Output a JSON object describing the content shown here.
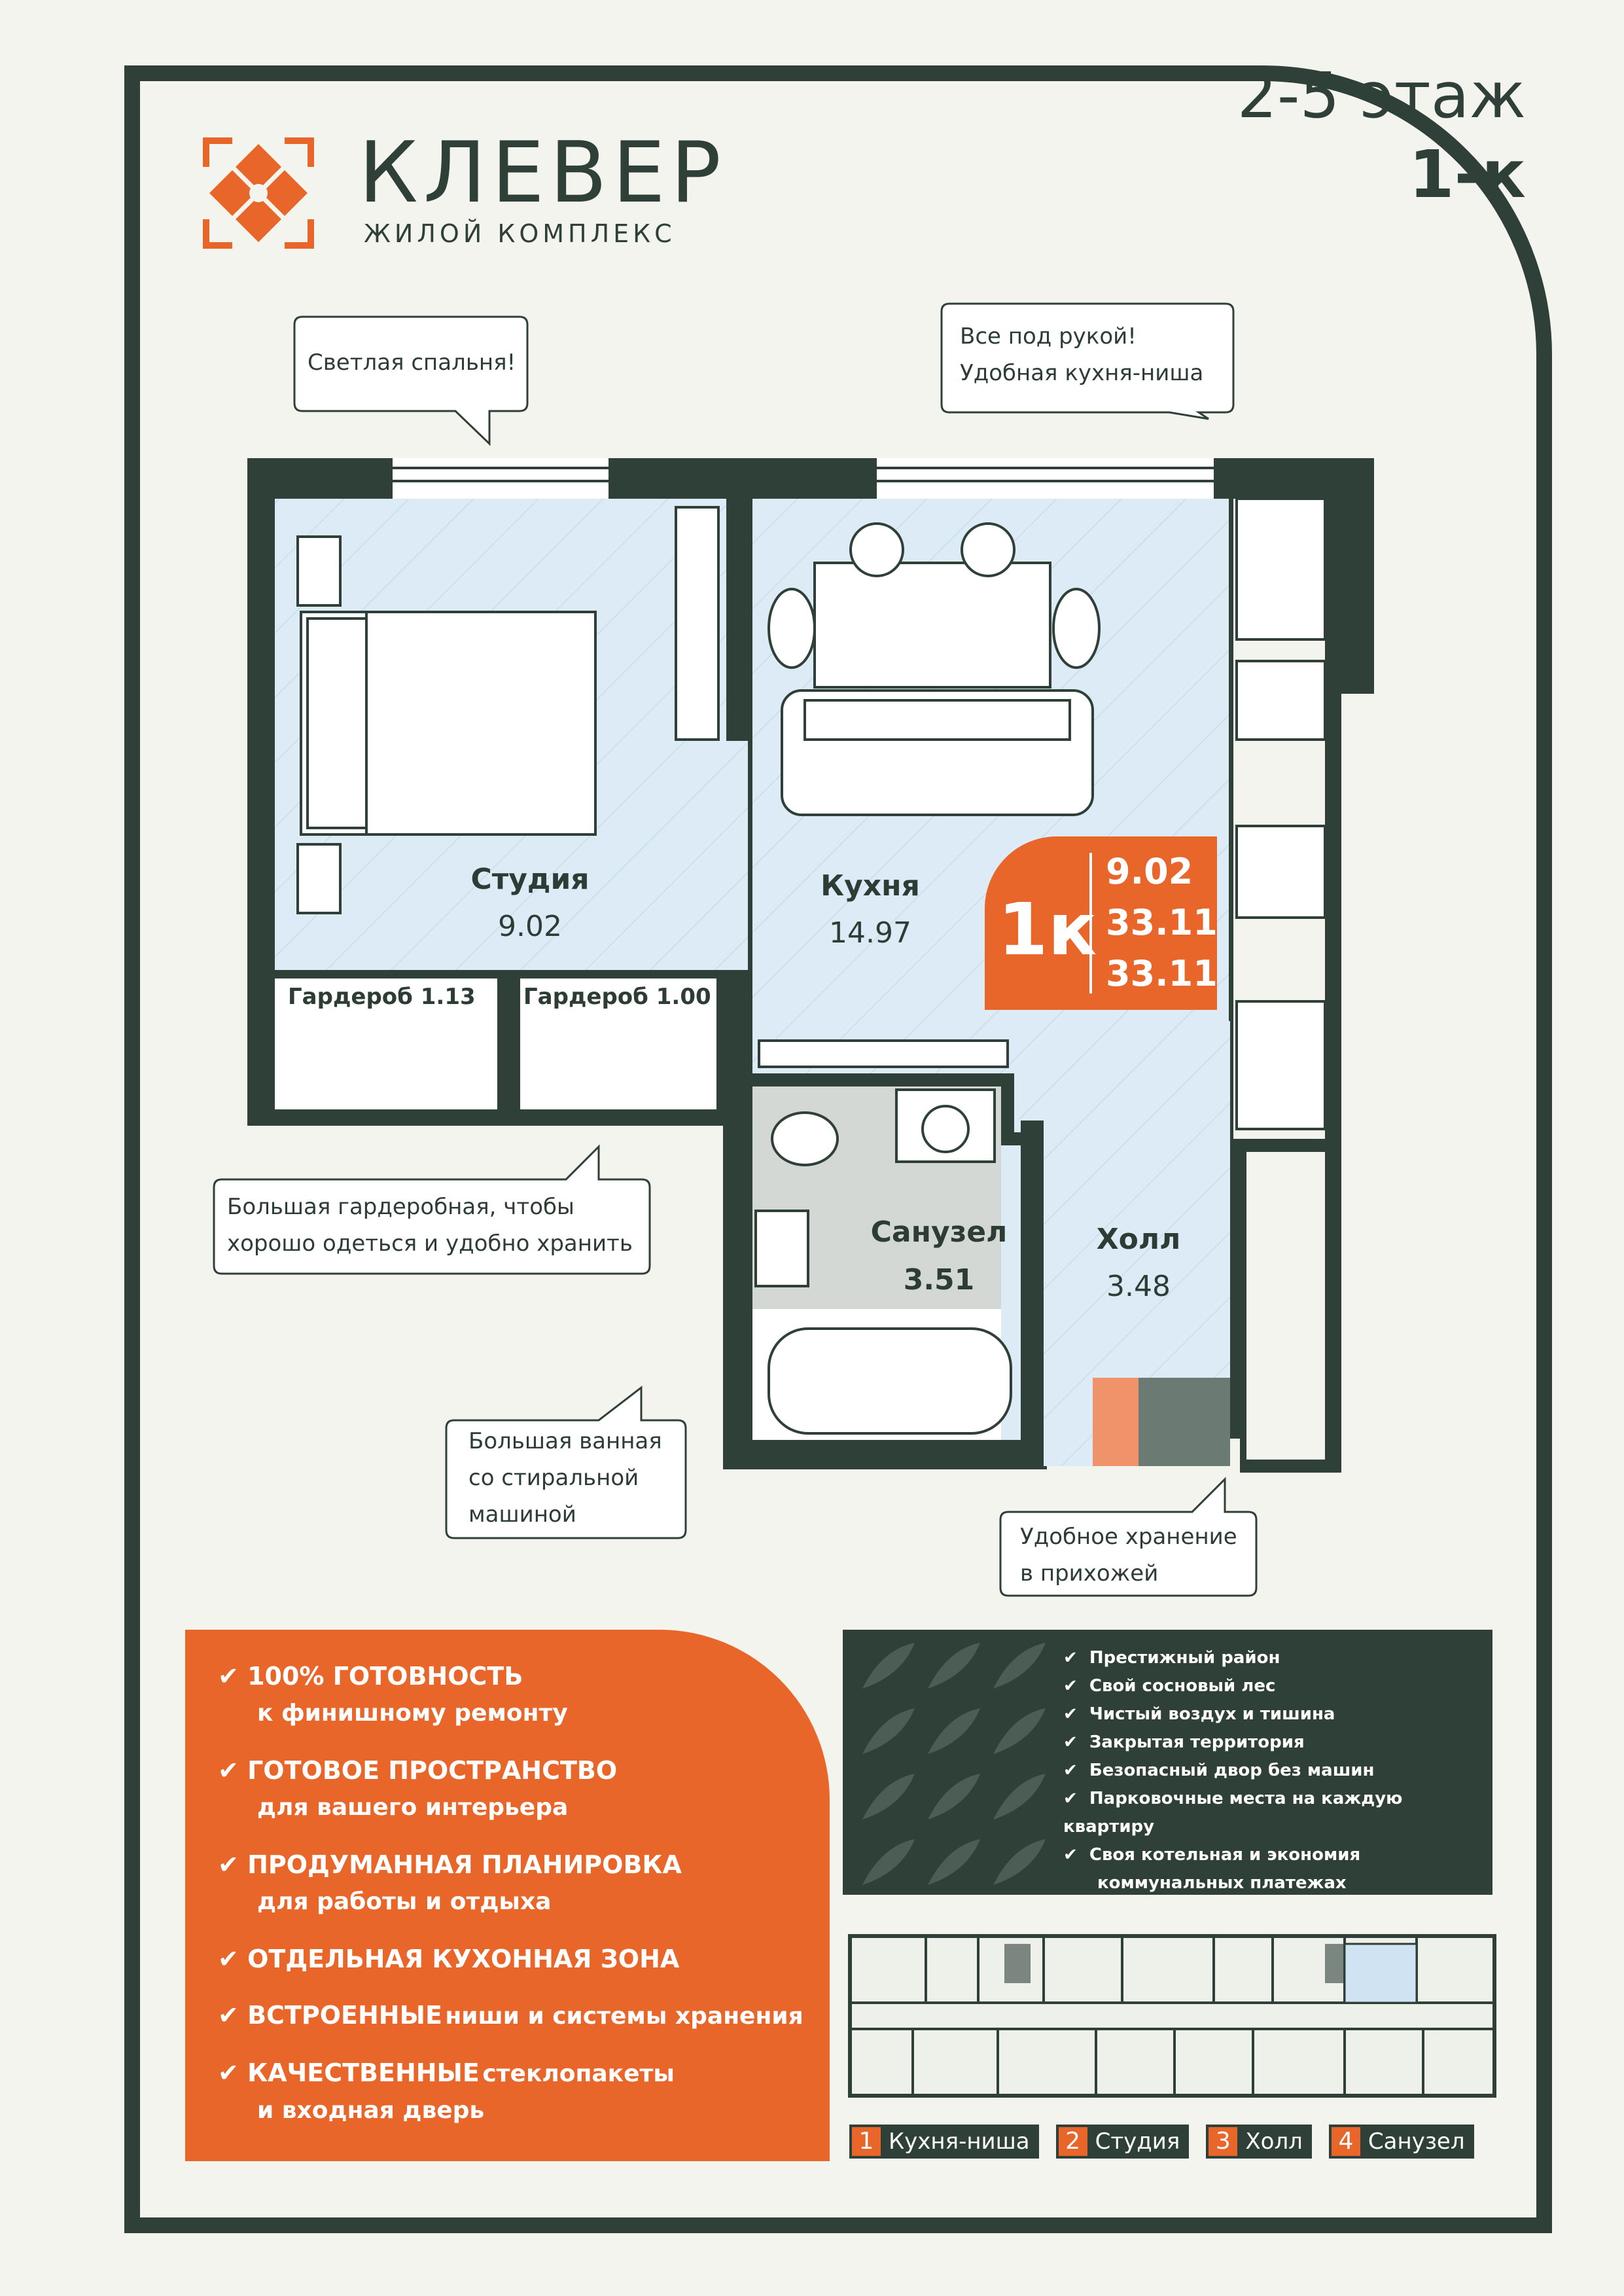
{
  "header": {
    "floor": "2-5 этаж",
    "type": "1-к",
    "brand_name": "КЛЕВЕР",
    "brand_sub": "ЖИЛОЙ КОМПЛЕКС"
  },
  "callouts": [
    "Светлая спальня!",
    "Все под рукой!",
    "Удобная кухня-ниша",
    "Большая гардеробная, чтобы",
    "хорошо одеться и удобно хранить",
    "Большая ванная",
    "со стиральной",
    "машиной",
    "Удобное хранение",
    "в прихожей"
  ],
  "rooms": {
    "studio": {
      "name": "Студия",
      "area": "9.02"
    },
    "kitchen": {
      "name": "Кухня",
      "area": "14.97"
    },
    "wardrobe1": {
      "name": "Гардероб",
      "area": "1.13"
    },
    "wardrobe2": {
      "name": "Гардероб",
      "area": "1.00"
    },
    "bathroom": {
      "name": "Санузел",
      "area": "3.51"
    },
    "hall": {
      "name": "Холл",
      "area": "3.48"
    }
  },
  "badge": {
    "type": "1к",
    "values": [
      "9.02",
      "33.11",
      "33.11"
    ]
  },
  "features": [
    {
      "title": "100% ГОТОВНОСТЬ",
      "sub": "к финишному ремонту"
    },
    {
      "title": "ГОТОВОЕ ПРОСТРАНСТВО",
      "sub": "для вашего интерьера"
    },
    {
      "title": "ПРОДУМАННАЯ ПЛАНИРОВКА",
      "sub": "для работы и отдыха"
    },
    {
      "title": "ОТДЕЛЬНАЯ КУХОННАЯ ЗОНА",
      "sub": ""
    },
    {
      "title": "ВСТРОЕННЫЕ",
      "sub": "ниши и системы хранения"
    },
    {
      "title": "КАЧЕСТВЕННЫЕ",
      "sub": "стеклопакеты"
    },
    {
      "title": "",
      "sub": "и входная дверь"
    }
  ],
  "advantages": [
    "Престижный район",
    "Свой сосновый лес",
    "Чистый воздух и тишина",
    "Закрытая территория",
    "Безопасный двор без машин",
    "Парковочные места на каждую квартиру",
    "Своя котельная и экономия",
    "коммунальных платежах"
  ],
  "legend": [
    {
      "num": "1",
      "label": "Кухня-ниша"
    },
    {
      "num": "2",
      "label": "Студия"
    },
    {
      "num": "3",
      "label": "Холл"
    },
    {
      "num": "4",
      "label": "Санузел"
    }
  ],
  "colors": {
    "dark_green": "#2f4038",
    "orange": "#e8662a",
    "plan_fill": "#dcebf6",
    "background": "#f4f4ef"
  }
}
